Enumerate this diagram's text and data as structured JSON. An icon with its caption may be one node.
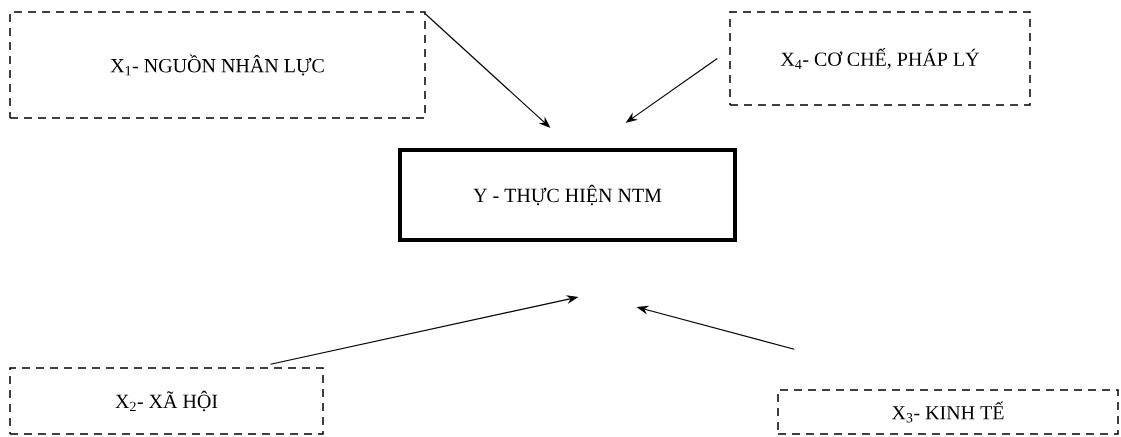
{
  "diagram": {
    "nodes": [
      {
        "text": [
          "X$_{1}$- NGUỒN NHÂN LỰC"
        ]
      },
      {
        "text": [
          "X$_{4}$- CƠ CHẾ, PHÁP LÝ"
        ]
      },
      {
        "text": [
          "Y - THỰC HIỆN NTM"
        ]
      },
      {
        "text": [
          "X$_{2}$- XÃ HỘI"
        ]
      },
      {
        "text": [
          "X$_{3}$- KINH TẾ"
        ]
      }
    ],
    "edges": [
      {
        "from": 0,
        "to": 2,
        "arrow": "to"
      },
      {
        "from": 1,
        "to": 2,
        "arrow": "to"
      },
      {
        "from": 3,
        "to": 2,
        "arrow": "to"
      },
      {
        "from": 4,
        "to": 2,
        "arrow": "to"
      }
    ]
  }
}
